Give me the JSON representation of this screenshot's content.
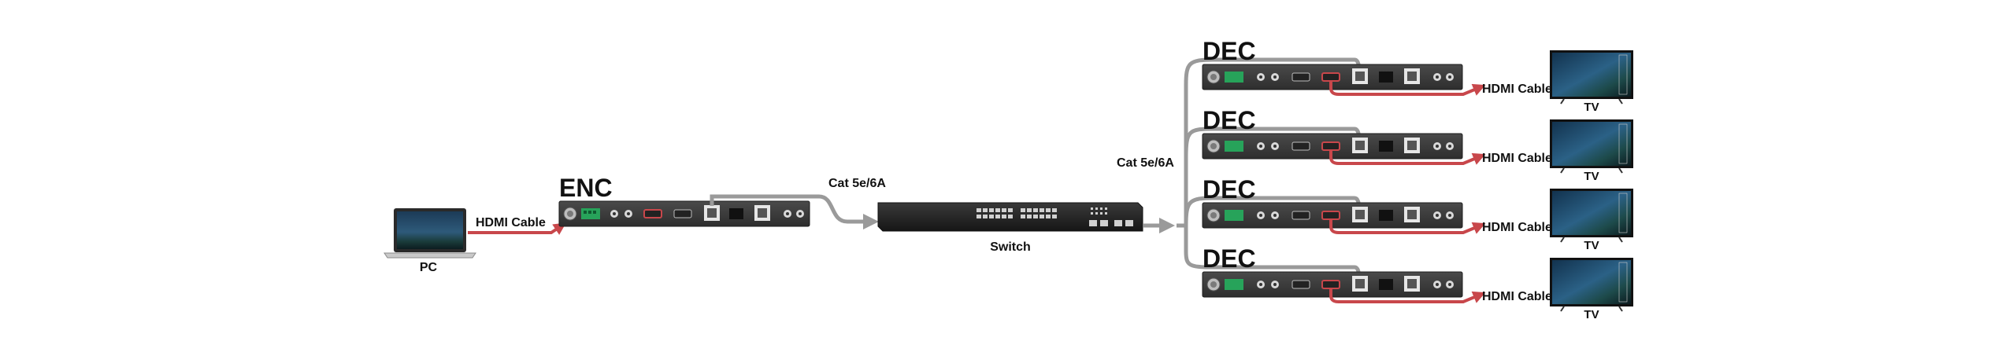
{
  "diagram": {
    "pc": {
      "label": "PC"
    },
    "encoder": {
      "label": "ENC"
    },
    "switch": {
      "label": "Switch"
    },
    "decoders": [
      {
        "label": "DEC",
        "tv_label": "TV",
        "cable_label": "HDMI Cable"
      },
      {
        "label": "DEC",
        "tv_label": "TV",
        "cable_label": "HDMI Cable"
      },
      {
        "label": "DEC",
        "tv_label": "TV",
        "cable_label": "HDMI Cable"
      },
      {
        "label": "DEC",
        "tv_label": "TV",
        "cable_label": "HDMI Cable"
      }
    ],
    "cables": {
      "pc_to_enc": "HDMI Cable",
      "enc_to_switch": "Cat  5e/6A",
      "switch_to_dec": "Cat  5e/6A"
    },
    "colors": {
      "hdmi_cable": "#c8474b",
      "cat_cable": "#9a9a9a",
      "device_body": "#3a3a3a",
      "switch_body": "#262626",
      "terminal_green": "#27a35a"
    }
  }
}
